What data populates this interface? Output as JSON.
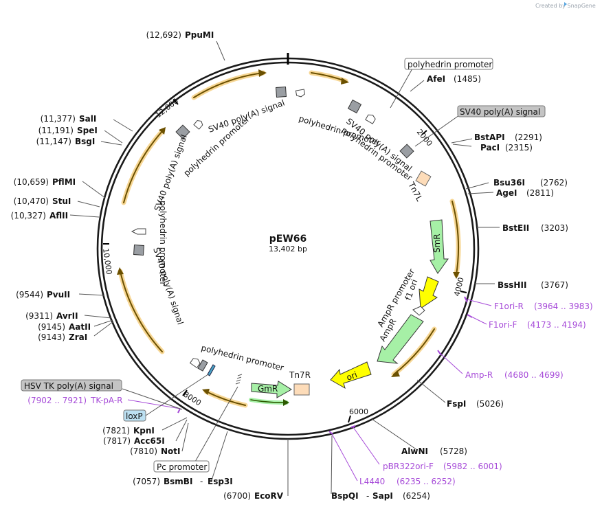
{
  "credit": "Created by SnapGene",
  "plasmid": {
    "name": "pEW66",
    "size": "13,402 bp"
  },
  "scale_ticks": [
    "2000",
    "4000",
    "6000",
    "8000",
    "10,000",
    "12,000"
  ],
  "enzymes": [
    {
      "name": "PpuMI",
      "pos": "(12,692)"
    },
    {
      "name": "AfeI",
      "pos": "(1485)"
    },
    {
      "name": "BstAPI",
      "pos": "(2291)"
    },
    {
      "name": "PacI",
      "pos": "(2315)"
    },
    {
      "name": "Bsu36I",
      "pos": "(2762)"
    },
    {
      "name": "AgeI",
      "pos": "(2811)"
    },
    {
      "name": "BstEII",
      "pos": "(3203)"
    },
    {
      "name": "BssHII",
      "pos": "(3767)"
    },
    {
      "name": "FspI",
      "pos": "(5026)"
    },
    {
      "name": "AlwNI",
      "pos": "(5728)"
    },
    {
      "name": "BspQI",
      "name2": "SapI",
      "pos": "(6254)"
    },
    {
      "name": "EcoRV",
      "pos": "(6700)"
    },
    {
      "name": "BsmBI",
      "name2": "Esp3I",
      "pos": "(7057)"
    },
    {
      "name": "NotI",
      "pos": "(7810)"
    },
    {
      "name": "Acc65I",
      "pos": "(7817)"
    },
    {
      "name": "KpnI",
      "pos": "(7821)"
    },
    {
      "name": "ZraI",
      "pos": "(9143)"
    },
    {
      "name": "AatII",
      "pos": "(9145)"
    },
    {
      "name": "AvrII",
      "pos": "(9311)"
    },
    {
      "name": "PvuII",
      "pos": "(9544)"
    },
    {
      "name": "AflII",
      "pos": "(10,327)"
    },
    {
      "name": "StuI",
      "pos": "(10,470)"
    },
    {
      "name": "PflMI",
      "pos": "(10,659)"
    },
    {
      "name": "BsgI",
      "pos": "(11,147)"
    },
    {
      "name": "SpeI",
      "pos": "(11,191)"
    },
    {
      "name": "SalI",
      "pos": "(11,377)"
    }
  ],
  "primers": [
    {
      "name": "F1ori-R",
      "range": "(3964 .. 3983)"
    },
    {
      "name": "F1ori-F",
      "range": "(4173 .. 4194)"
    },
    {
      "name": "Amp-R",
      "range": "(4680 .. 4699)"
    },
    {
      "name": "pBR322ori-F",
      "range": "(5982 .. 6001)"
    },
    {
      "name": "L4440",
      "range": "(6235 .. 6252)"
    },
    {
      "name": "TK-pA-R",
      "range": "(7902 .. 7921)"
    }
  ],
  "boxed_features": {
    "polyhedrin_promoter_top": "polyhedrin promoter",
    "sv40_box": "SV40 poly(A) signal",
    "hsv_tk": "HSV TK poly(A) signal",
    "loxp": "loxP",
    "pc_promoter": "Pc promoter"
  },
  "feature_labels": {
    "sv40_top": "SV40 poly(A) signal",
    "polyhedrin_top": "polyhedrin promoter",
    "sv40_right": "SV40 poly(A) signal",
    "polyhedrin_right": "polyhedrin promoter",
    "tn7l": "Tn7L",
    "smr": "SmR",
    "f1ori": "f1 ori",
    "ampr_promoter": "AmpR promoter",
    "ampr": "AmpR",
    "ori": "ori",
    "tn7r": "Tn7R",
    "gmr": "GmR",
    "polyhedrin_bottom": "polyhedrin promoter",
    "sv40_left_top": "SV40 poly(A) signal",
    "polyhedrin_left_top": "polyhedrin promoter",
    "sv40_left": "SV40 poly(A) signal",
    "polyhedrin_left": "polyhedrin promoter"
  },
  "colors": {
    "orf_arrow": "#f3c25c",
    "marker": "#a6f0a6",
    "ori": "#ffff00",
    "polyA": "#9a9ea3",
    "tn7": "#fddcb9",
    "primer": "#a64ad8",
    "hsv_box": "#c4c4c4",
    "loxp_box": "#bce0f2"
  }
}
